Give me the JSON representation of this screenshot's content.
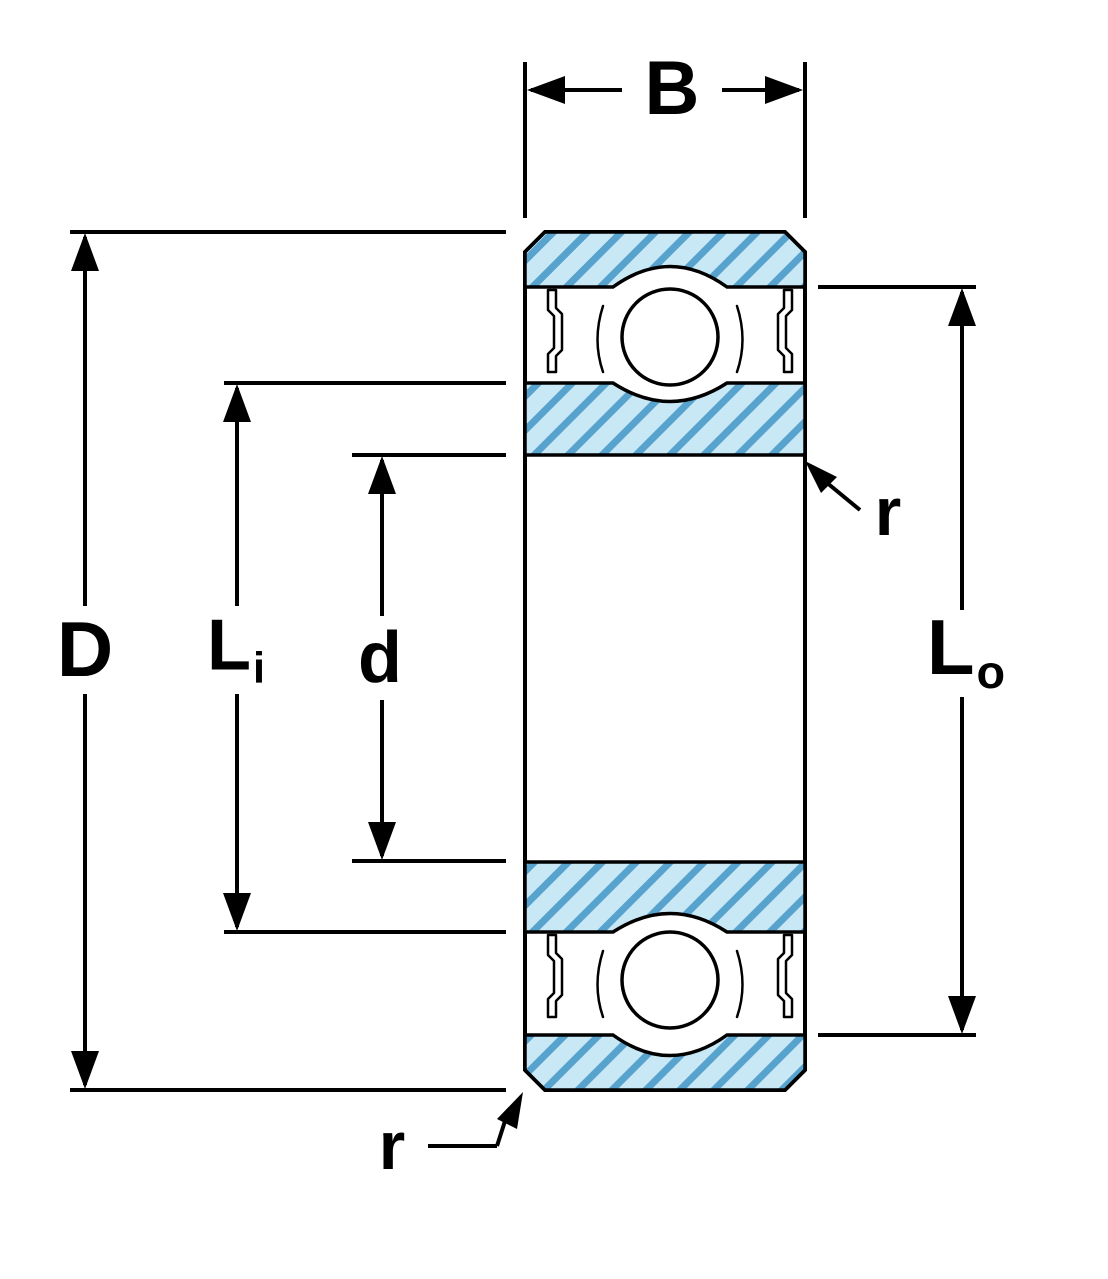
{
  "figure": {
    "type": "ball-bearing-cross-section-dimension-diagram"
  },
  "colors": {
    "background": "#ffffff",
    "ring_fill": "#c9e8f6",
    "hatch_line": "#58a3cd",
    "line": "#000000"
  },
  "labels": {
    "width": "B",
    "outer_diameter": "D",
    "inner_ring_land": {
      "main": "L",
      "sub": "i"
    },
    "bore_diameter": "d",
    "outer_ring_land": {
      "main": "L",
      "sub": "o"
    },
    "radius_top": "r",
    "radius_bottom": "r"
  }
}
